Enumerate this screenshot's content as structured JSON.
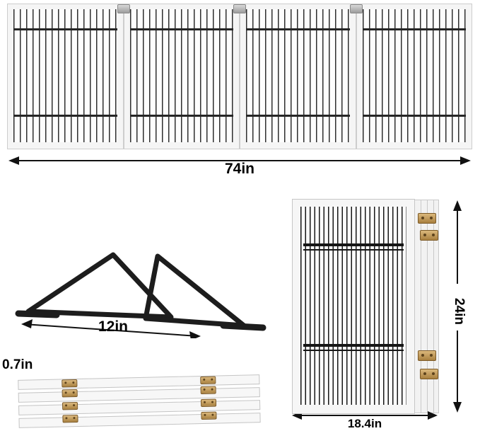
{
  "product_diagram": {
    "panel_count": 4,
    "dimensions": {
      "total_width": "74in",
      "support_foot_length": "12in",
      "panel_height": "24in",
      "folded_width": "18.4in",
      "panel_thickness": "0.7in"
    },
    "colors": {
      "frame": "#f5f5f5",
      "frame_border": "#cccccc",
      "wire_bars": "#262626",
      "brass_hinge": "#c19a5f",
      "steel_hinge": "#b5b5b5",
      "dimension_lines": "#111111",
      "background": "#ffffff"
    }
  }
}
